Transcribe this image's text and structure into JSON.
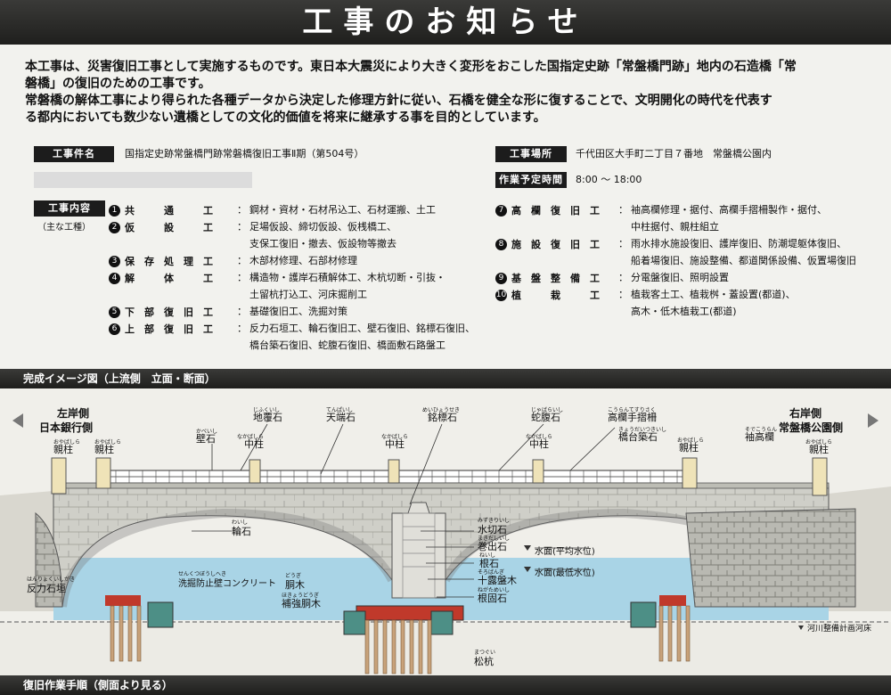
{
  "title": "工事のお知らせ",
  "intro": {
    "line1": "本工事は、災害復旧工事として実施するものです。東日本大震災により大きく変形をおこした国指定史跡「常盤橋門跡」地内の石造橋「常",
    "line2": "磐橋」の復旧のための工事です。",
    "line3": "常磐橋の解体工事により得られた各種データから決定した修理方針に従い、石橋を健全な形に復することで、文明開化の時代を代表す",
    "line4": "る都内においても数少ない遺橋としての文化的価値を将来に継承する事を目的としています。"
  },
  "project": {
    "name_label": "工事件名",
    "name_value": "国指定史跡常盤橋門跡常磐橋復旧工事Ⅱ期（第504号）",
    "place_label": "工事場所",
    "place_value": "千代田区大手町二丁目７番地　常盤橋公園内",
    "time_label": "作業予定時間",
    "time_value": "8:00 〜 18:00",
    "content_label": "工事内容",
    "content_sub": "（主な工種）"
  },
  "works_left": [
    {
      "num": "1",
      "name": "共　　　通　　　工",
      "desc": [
        "鋼材・資材・石材吊込工、石材運搬、土工"
      ]
    },
    {
      "num": "2",
      "name": "仮　　　設　　　工",
      "desc": [
        "足場仮設、締切仮設、仮桟橋工、",
        "支保工復旧・撤去、仮設物等撤去"
      ]
    },
    {
      "num": "3",
      "name": "保　存　処　理　工",
      "desc": [
        "木部材修理、石部材修理"
      ]
    },
    {
      "num": "4",
      "name": "解　　　体　　　工",
      "desc": [
        "構造物・護岸石積解体工、木杭切断・引抜・",
        "土留杭打込工、河床掘削工"
      ]
    },
    {
      "num": "5",
      "name": "下　部　復　旧　工",
      "desc": [
        "基礎復旧工、洗掘対策"
      ]
    },
    {
      "num": "6",
      "name": "上　部　復　旧　工",
      "desc": [
        "反力石垣工、輪石復旧工、壁石復旧、銘標石復旧、",
        "橋台築石復旧、蛇腹石復旧、橋面敷石路盤工"
      ]
    }
  ],
  "works_right": [
    {
      "num": "7",
      "name": "高　欄　復　旧　工",
      "desc": [
        "袖高欄修理・据付、高欄手摺柵製作・据付、",
        "中柱据付、親柱組立"
      ]
    },
    {
      "num": "8",
      "name": "施　設　復　旧　工",
      "desc": [
        "雨水排水施設復旧、護岸復旧、防潮堤躯体復旧、",
        "船着場復旧、施設整備、都道関係設備、仮置場復旧"
      ]
    },
    {
      "num": "9",
      "name": "基　盤　整　備　工",
      "desc": [
        "分電盤復旧、照明設置"
      ]
    },
    {
      "num": "10",
      "name": "植　　　栽　　　工",
      "desc": [
        "植栽客土工、植栽桝・蓋設置(都道)、",
        "高木・低木植栽工(都道)"
      ]
    }
  ],
  "colon": "：",
  "section1": "完成イメージ図（上流側　立面・断面）",
  "section2": "復旧作業手順（側面より見る）",
  "diagram": {
    "left_side": "左岸側",
    "left_side2": "日本銀行側",
    "right_side": "右岸側",
    "right_side2": "常盤橋公園側",
    "labels": {
      "oyabashira_l1": "親柱",
      "oyabashira_l1_r": "おやばしら",
      "oyabashira_l2": "親柱",
      "oyabashira_l2_r": "おやばしら",
      "kabeishi": "壁石",
      "kabeishi_r": "かべいし",
      "jifukuishi": "地覆石",
      "jifukuishi_r": "じふくいし",
      "nakabashira_l": "中柱",
      "nakabashira_l_r": "なかばしら",
      "tenbaishi": "天端石",
      "tenbaishi_r": "てんぱいし",
      "nakabashira_c": "中柱",
      "nakabashira_c_r": "なかばしら",
      "meihyouseki": "銘標石",
      "meihyouseki_r": "めいひょうせき",
      "jabaraishi": "蛇腹石",
      "jabaraishi_r": "じゃばらいし",
      "nakabashira_r": "中柱",
      "nakabashira_r_r": "なかばしら",
      "kouran": "高欄手摺柵",
      "kouran_r": "こうらんてすりさく",
      "kyoudai": "橋台築石",
      "kyoudai_r": "きょうだいつきいし",
      "oyabashira_r1": "親柱",
      "oyabashira_r1_r": "おやばしら",
      "sodekouran": "袖高欄",
      "sodekouran_r": "そでこうらん",
      "oyabashira_r2": "親柱",
      "oyabashira_r2_r": "おやばしら",
      "waishi": "輪石",
      "waishi_r": "わいし",
      "mizukiri": "水切石",
      "mizukiri_r": "みずきりいし",
      "makide": "巻出石",
      "makide_r": "まきだしいし",
      "neishi": "根石",
      "neishi_r": "ねいし",
      "juuji": "十露盤木",
      "juuji_r": "そろばんぎ",
      "negatame": "根固石",
      "negatame_r": "ねがためいし",
      "hanryoku": "反力石垣",
      "hanryoku_r": "はんりょくいしがき",
      "senkutsu": "洗掘防止壁コンクリート",
      "senkutsu_r": "せんくつぼうしへき",
      "dougi": "胴木",
      "dougi_r": "どうぎ",
      "hokyou": "補強胴木",
      "hokyou_r": "ほきょうどうぎ",
      "suimen1": "水面(平均水位)",
      "suimen2": "水面(最低水位)",
      "kasen": "河川整備計画河床",
      "matsukui": "松杭",
      "matsukui_r": "まつぐい"
    }
  },
  "colors": {
    "dark": "#1e1e1c",
    "water": "#a9d4e6",
    "stone": "#c9c9c3",
    "foundation": "#c0392b",
    "pile": "#c8a27a",
    "green": "#4d8f86"
  }
}
